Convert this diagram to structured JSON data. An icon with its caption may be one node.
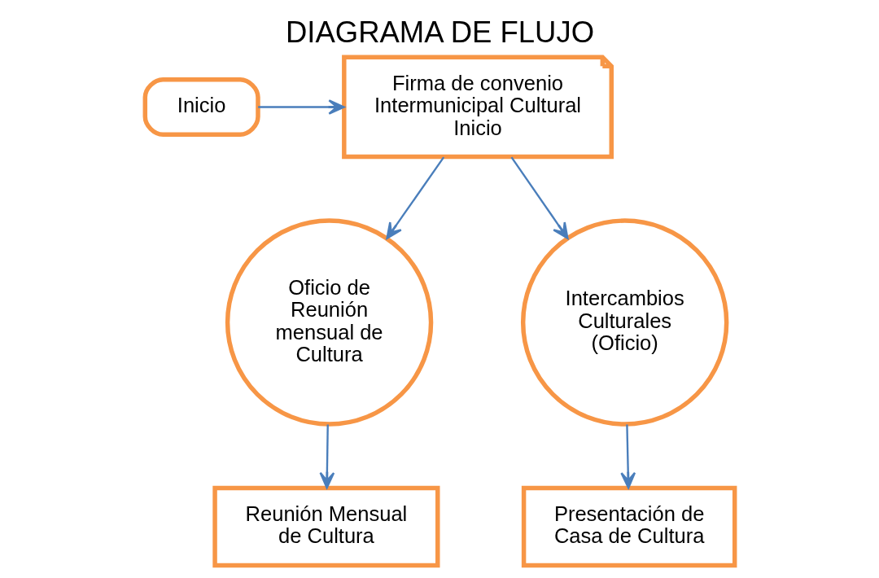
{
  "diagram": {
    "title": "DIAGRAMA DE FLUJO",
    "nodes": [
      {
        "text": [
          "Inicio"
        ]
      },
      {
        "text": [
          "Firma de convenio Intermunicipal Cultural Inicio"
        ]
      },
      {
        "text": [
          "Oficio de Reunión mensual de Cultura"
        ]
      },
      {
        "text": [
          "Intercambios Culturales (Oficio)"
        ]
      },
      {
        "text": [
          "Reunión Mensual de Cultura"
        ]
      },
      {
        "text": [
          "Presentación de Casa de Cultura"
        ]
      }
    ],
    "edges": [
      {
        "from": 0,
        "to": 1,
        "arrow": "to"
      },
      {
        "from": 1,
        "to": 2,
        "arrow": "to"
      },
      {
        "from": 1,
        "to": 3,
        "arrow": "to"
      },
      {
        "from": 2,
        "to": 4,
        "arrow": "to"
      },
      {
        "from": 3,
        "to": 5,
        "arrow": "to"
      }
    ]
  }
}
